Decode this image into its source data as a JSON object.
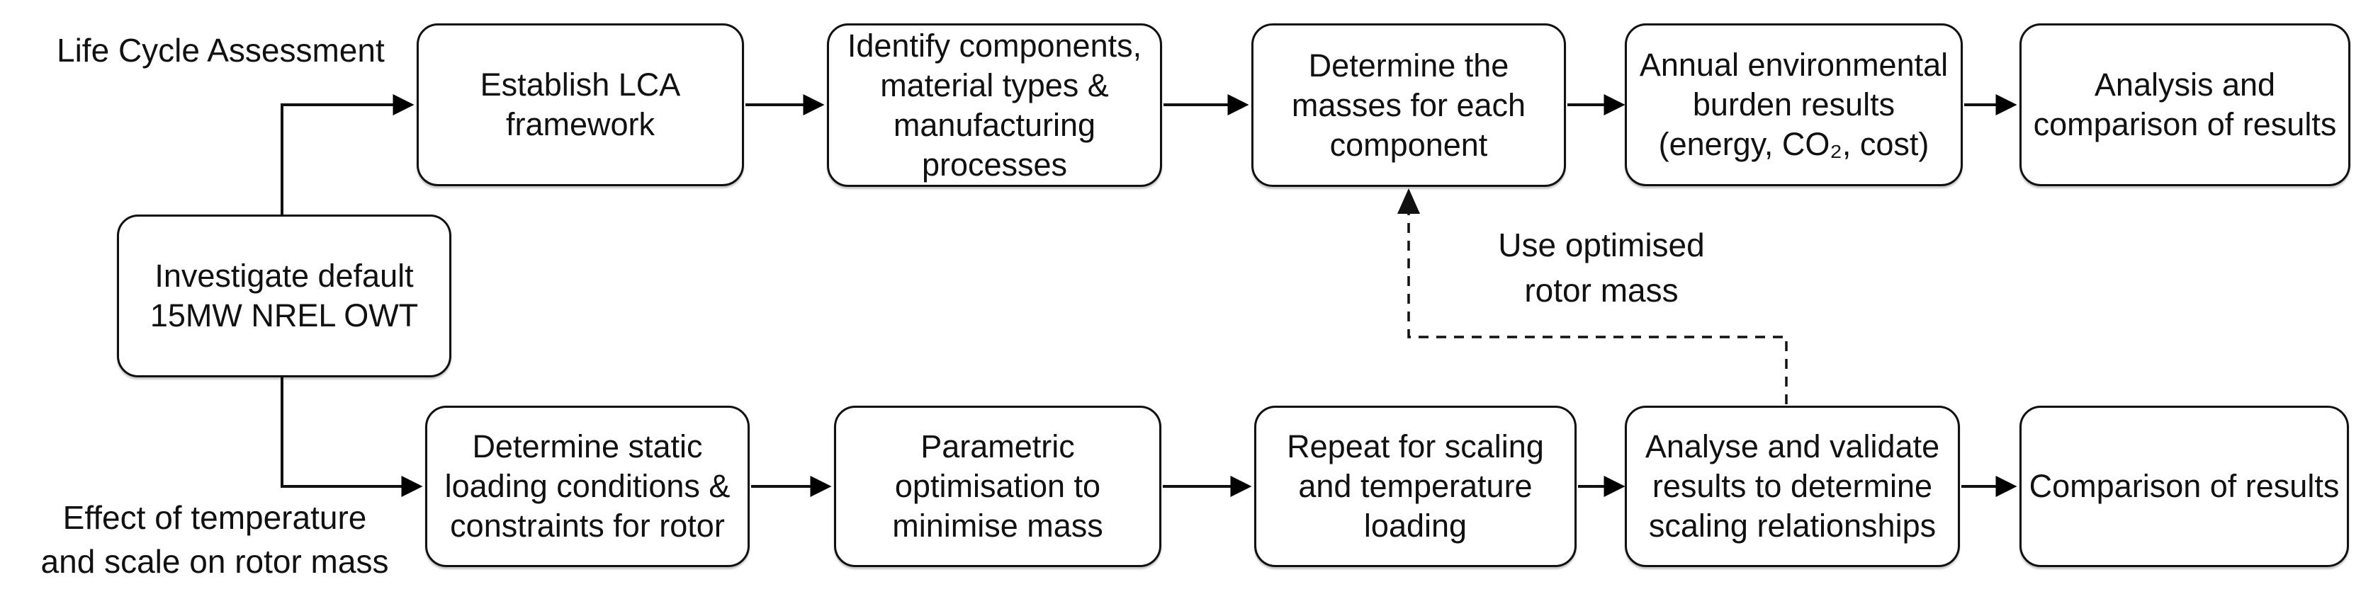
{
  "labels": {
    "top_left": "Life Cycle Assessment",
    "bottom_left": "Effect of temperature\nand scale on rotor mass",
    "feedback": "Use optimised\nrotor mass"
  },
  "boxes": {
    "investigate": {
      "label": "Investigate default\n15MW NREL OWT"
    },
    "top_row": [
      {
        "label": "Establish LCA\nframework"
      },
      {
        "label": "Identify components,\nmaterial types &\nmanufacturing\nprocesses"
      },
      {
        "label": "Determine the\nmasses for each\ncomponent"
      },
      {
        "label": "Annual environmental\nburden results\n(energy, CO₂, cost)"
      },
      {
        "label": "Analysis and\ncomparison of results"
      }
    ],
    "bottom_row": [
      {
        "label": "Determine static\nloading conditions &\nconstraints for rotor"
      },
      {
        "label": "Parametric\noptimisation to\nminimise mass"
      },
      {
        "label": "Repeat for scaling\nand temperature\nloading"
      },
      {
        "label": "Analyse and validate\nresults to determine\nscaling relationships"
      },
      {
        "label": "Comparison of results"
      }
    ]
  },
  "colors": {
    "ink": "#111111",
    "bg": "#ffffff"
  }
}
